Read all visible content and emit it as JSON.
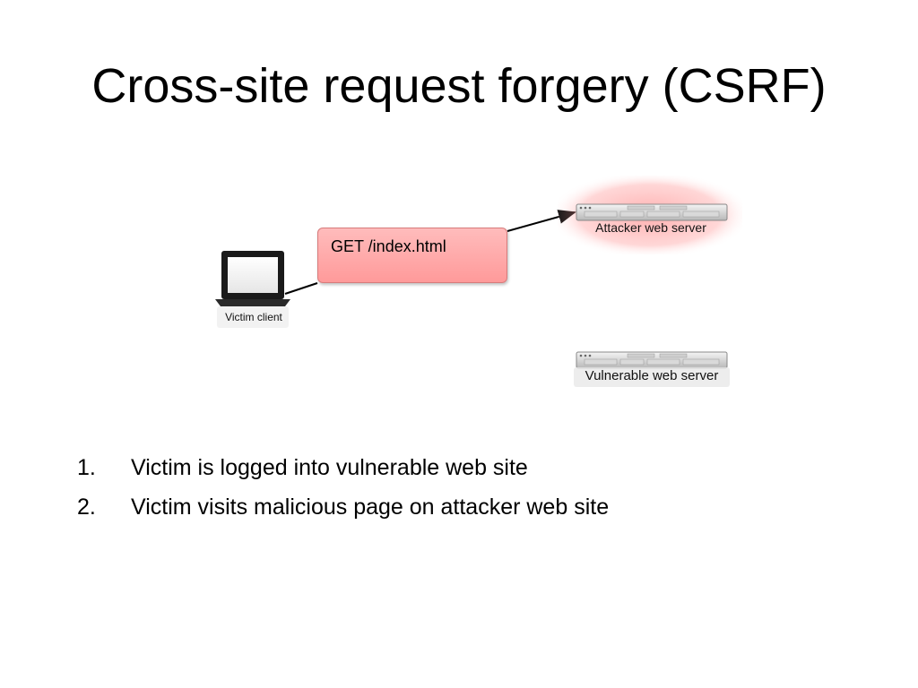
{
  "slide": {
    "title": "Cross-site request forgery (CSRF)"
  },
  "diagram": {
    "victim_label": "Victim client",
    "request_label": "GET /index.html",
    "attacker_label": "Attacker web server",
    "vulnerable_label": "Vulnerable web server",
    "colors": {
      "callout_fill": "#ff9a9a",
      "attacker_glow": "#ff6b6b",
      "arrow": "#000000"
    }
  },
  "steps": [
    {
      "number": "1.",
      "text": "Victim is logged into vulnerable web site"
    },
    {
      "number": "2.",
      "text": "Victim visits malicious page on attacker web site"
    }
  ]
}
